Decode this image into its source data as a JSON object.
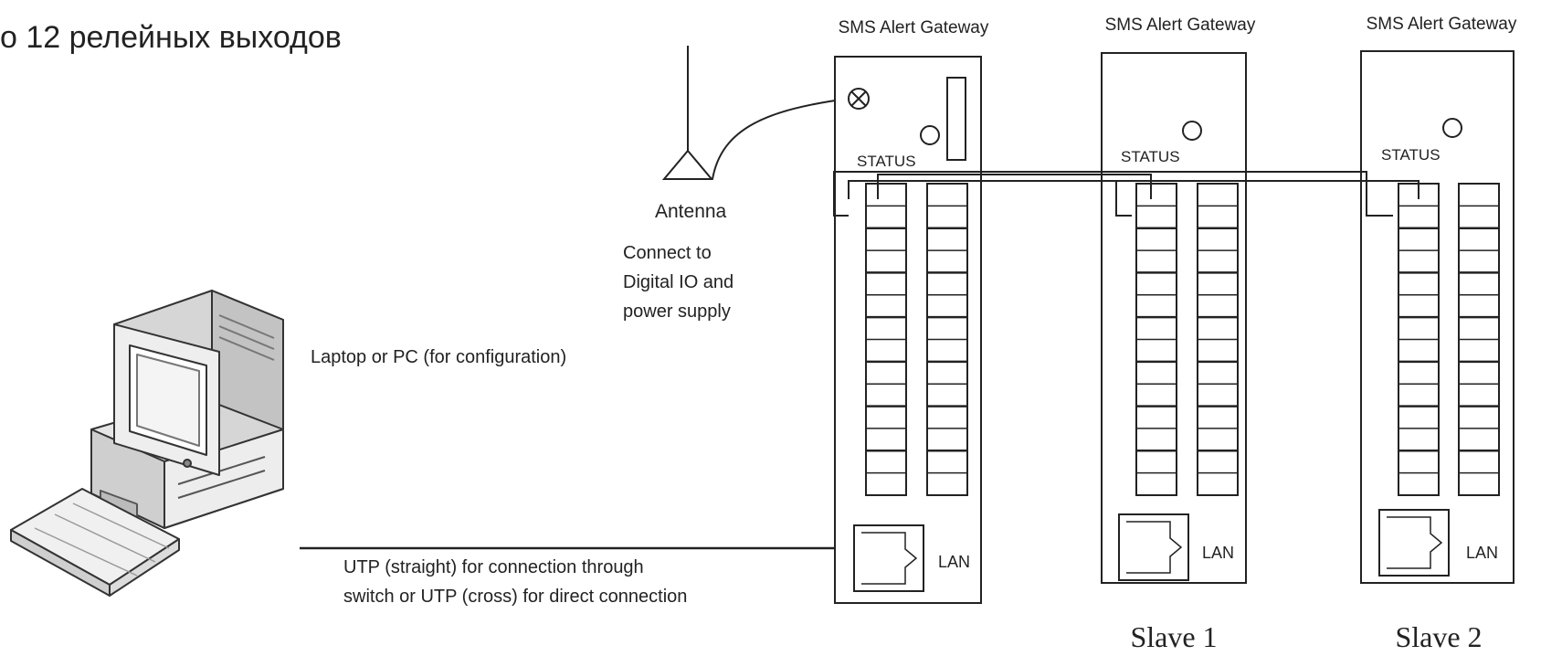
{
  "heading": "о 12 релейных выходов",
  "gateways": [
    {
      "title": "SMS Alert Gateway",
      "status_label": "STATUS",
      "lan_label": "LAN",
      "caption": ""
    },
    {
      "title": "SMS Alert Gateway",
      "status_label": "STATUS",
      "lan_label": "LAN",
      "caption": "Slave 1"
    },
    {
      "title": "SMS Alert Gateway",
      "status_label": "STATUS",
      "lan_label": "LAN",
      "caption": "Slave 2"
    }
  ],
  "antenna_label": "Antenna",
  "connect_note": [
    "Connect to",
    "Digital IO and",
    "power supply"
  ],
  "pc_label": "Laptop or PC (for configuration)",
  "utp_note": [
    "UTP (straight) for connection through",
    "switch or UTP (cross) for direct connection"
  ],
  "colors": {
    "line": "#222222",
    "background": "#ffffff",
    "device_fill": "#ffffff",
    "pc_shade": "#d9d9d9"
  }
}
